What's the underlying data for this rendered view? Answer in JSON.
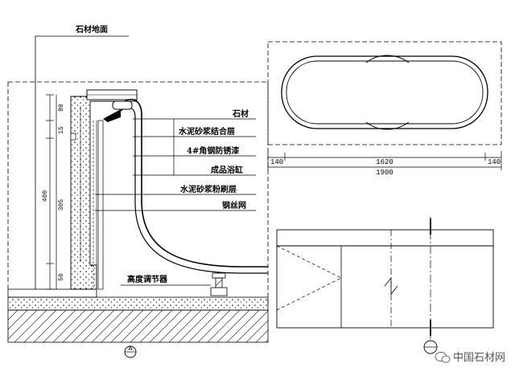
{
  "section_labels": {
    "stone_floor": "石材地面",
    "stone": "石材",
    "cement_bond_layer": "水泥砂浆结合层",
    "angle_steel": "4#角钢防锈漆",
    "bathtub": "成品浴缸",
    "cement_plaster_layer": "水泥砂浆粉刷层",
    "wire_mesh": "钢丝网",
    "height_adjuster": "高度调节器"
  },
  "vertical_dims": {
    "total": "400",
    "d80": "80",
    "d15": "15",
    "d305": "305",
    "d50": "50"
  },
  "plan_dims": {
    "left": "140",
    "middle": "1620",
    "right": "140",
    "total": "1900"
  },
  "section_mark": "A",
  "watermark": "中国石材网"
}
